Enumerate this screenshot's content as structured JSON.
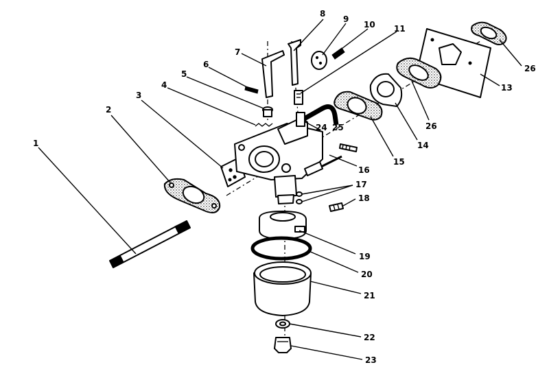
{
  "callouts": [
    {
      "id": "1",
      "text": "1"
    },
    {
      "id": "2",
      "text": "2"
    },
    {
      "id": "3",
      "text": "3"
    },
    {
      "id": "4",
      "text": "4"
    },
    {
      "id": "5",
      "text": "5"
    },
    {
      "id": "6",
      "text": "6"
    },
    {
      "id": "7",
      "text": "7"
    },
    {
      "id": "8",
      "text": "8"
    },
    {
      "id": "9",
      "text": "9"
    },
    {
      "id": "10",
      "text": "10"
    },
    {
      "id": "11",
      "text": "11"
    },
    {
      "id": "13",
      "text": "13"
    },
    {
      "id": "14",
      "text": "14"
    },
    {
      "id": "15",
      "text": "15"
    },
    {
      "id": "16",
      "text": "16"
    },
    {
      "id": "17",
      "text": "17"
    },
    {
      "id": "18",
      "text": "18"
    },
    {
      "id": "19",
      "text": "19"
    },
    {
      "id": "20",
      "text": "20"
    },
    {
      "id": "21",
      "text": "21"
    },
    {
      "id": "22",
      "text": "22"
    },
    {
      "id": "23",
      "text": "23"
    },
    {
      "id": "24",
      "text": "24"
    },
    {
      "id": "25",
      "text": "25"
    },
    {
      "id": "26a",
      "text": "26"
    },
    {
      "id": "26b",
      "text": "26"
    }
  ],
  "colors": {
    "ink": "#000000",
    "paper": "#ffffff"
  }
}
